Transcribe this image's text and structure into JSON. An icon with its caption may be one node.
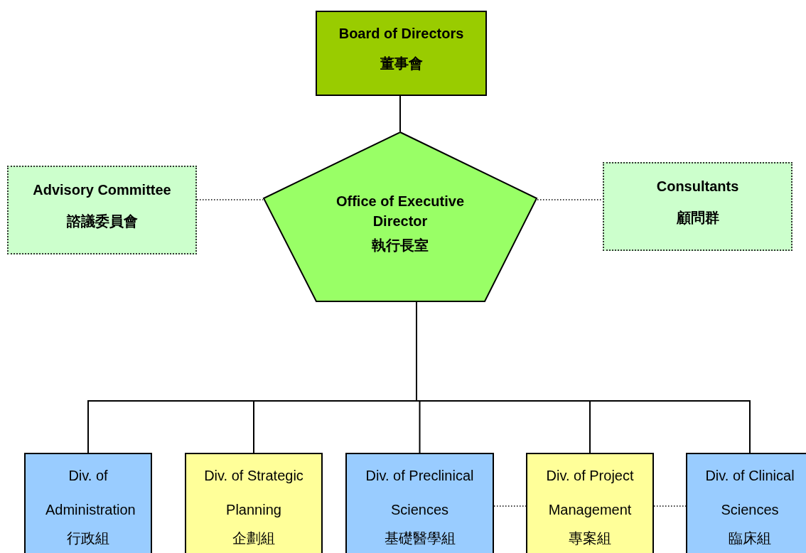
{
  "diagram": {
    "nodes": [
      {
        "text": [
          "Board of Directors",
          "董事會"
        ]
      },
      {
        "text": [
          "Advisory Committee",
          "諮議委員會"
        ]
      },
      {
        "text": [
          "Office of Executive Director",
          "執行長室"
        ]
      },
      {
        "text": [
          "Consultants",
          "顧問群"
        ]
      },
      {
        "text": [
          "Div. of Administration",
          "行政組"
        ]
      },
      {
        "text": [
          "Div. of Strategic Planning",
          "企劃組"
        ]
      },
      {
        "text": [
          "Div. of Preclinical Sciences",
          "基礎醫學組"
        ]
      },
      {
        "text": [
          "Div. of Project Management",
          "專案組"
        ]
      },
      {
        "text": [
          "Div. of Clinical Sciences",
          "臨床組"
        ]
      }
    ],
    "edges": [
      {
        "from": 0,
        "to": 2,
        "arrow": "none"
      },
      {
        "from": 1,
        "to": 2,
        "arrow": "none",
        "style": "dashed"
      },
      {
        "from": 2,
        "to": 3,
        "arrow": "none",
        "style": "dashed"
      },
      {
        "from": 2,
        "to": 4,
        "arrow": "none"
      },
      {
        "from": 2,
        "to": 5,
        "arrow": "none"
      },
      {
        "from": 2,
        "to": 6,
        "arrow": "none"
      },
      {
        "from": 2,
        "to": 7,
        "arrow": "none"
      },
      {
        "from": 2,
        "to": 8,
        "arrow": "none"
      },
      {
        "from": 6,
        "to": 7,
        "arrow": "none",
        "style": "dashed"
      },
      {
        "from": 7,
        "to": 8,
        "arrow": "none",
        "style": "dashed"
      }
    ]
  }
}
